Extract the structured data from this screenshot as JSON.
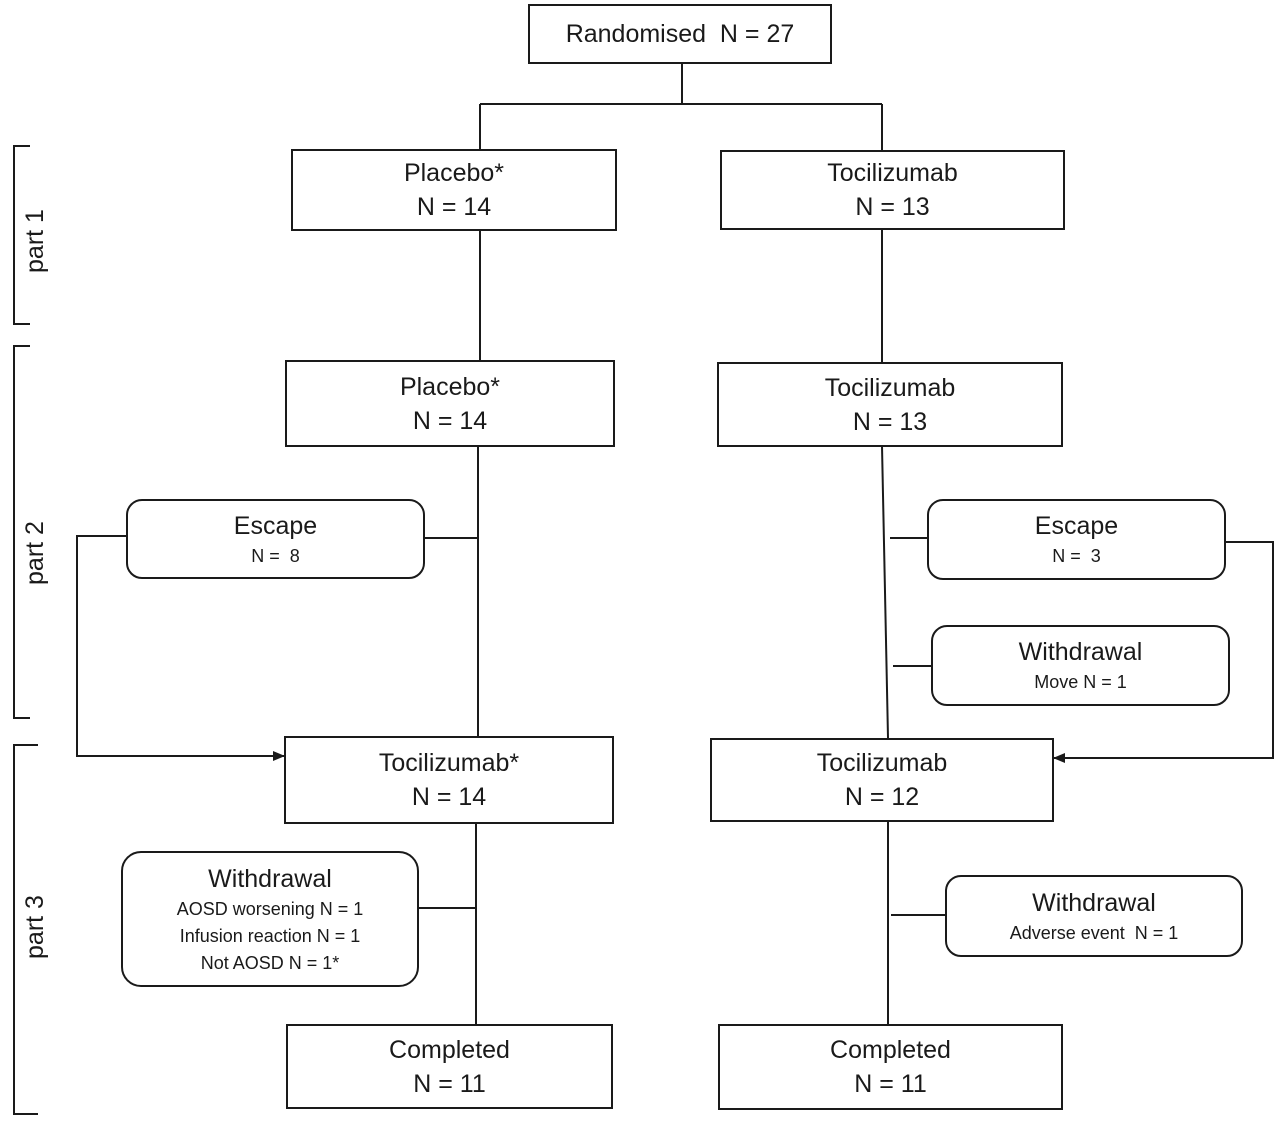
{
  "parts": {
    "part1": "part 1",
    "part2": "part 2",
    "part3": "part 3"
  },
  "randomised": {
    "title": "Randomised  N = 27"
  },
  "part1": {
    "left": {
      "title": "Placebo*",
      "n": "N = 14"
    },
    "right": {
      "title": "Tocilizumab",
      "n": "N = 13"
    }
  },
  "part2": {
    "left": {
      "title": "Placebo*",
      "n": "N = 14"
    },
    "right": {
      "title": "Tocilizumab",
      "n": "N = 13"
    },
    "left_escape": {
      "title": "Escape",
      "n": "N =  8"
    },
    "right_escape": {
      "title": "Escape",
      "n": "N =  3"
    },
    "right_withdrawal": {
      "title": "Withdrawal",
      "detail": "Move N = 1"
    }
  },
  "part3": {
    "left": {
      "title": "Tocilizumab*",
      "n": "N = 14"
    },
    "right": {
      "title": "Tocilizumab",
      "n": "N = 12"
    },
    "left_withdrawal": {
      "title": "Withdrawal",
      "lines": [
        "AOSD worsening N = 1",
        "Infusion reaction N = 1",
        "Not AOSD N = 1*"
      ]
    },
    "right_withdrawal": {
      "title": "Withdrawal",
      "detail": "Adverse event  N = 1"
    }
  },
  "completed": {
    "left": {
      "title": "Completed",
      "n": "N = 11"
    },
    "right": {
      "title": "Completed",
      "n": "N = 11"
    }
  }
}
